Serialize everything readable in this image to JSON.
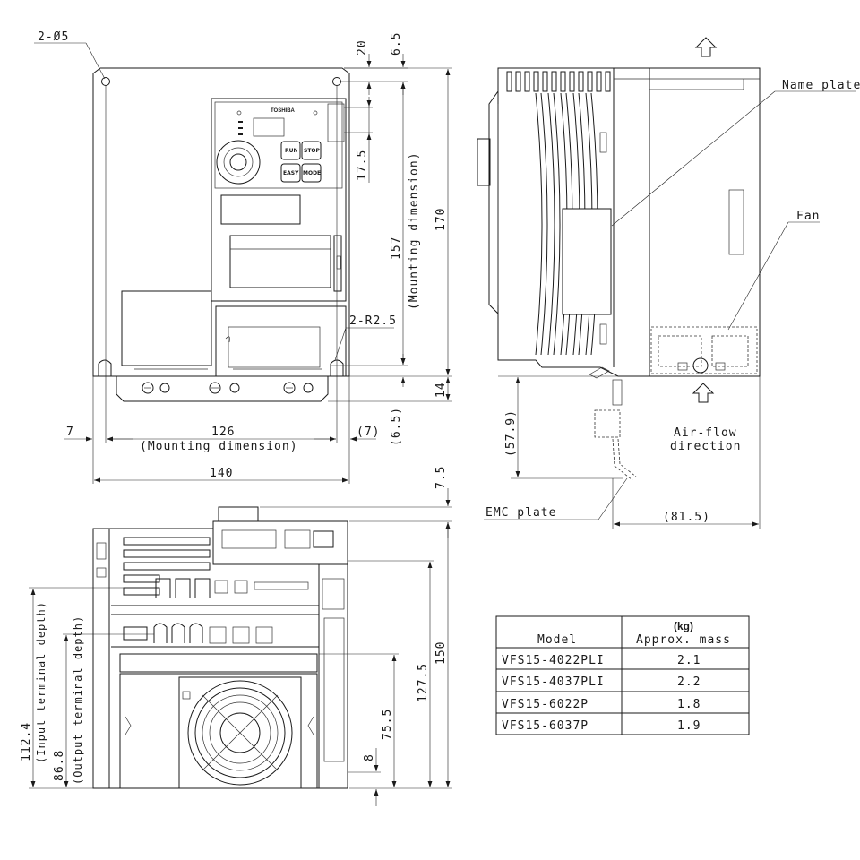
{
  "drawing": {
    "hole_spec": "2-Ø5",
    "radius_spec": "2-R2.5",
    "brand": "TOSHIBA",
    "keypad": {
      "run": "RUN",
      "stop": "STOP",
      "easy": "EASY",
      "mode": "MODE"
    },
    "front_dims": {
      "d20": "20",
      "d6_5_top": "6.5",
      "d17_5": "17.5",
      "d157": "157",
      "mounting_v": "(Mounting dimension)",
      "d170": "170",
      "d14": "14",
      "d6_5_bot": "(6.5)",
      "d7_5": "7.5",
      "d7": "7",
      "d126": "126",
      "mounting_h": "(Mounting dimension)",
      "d7_paren": "(7)",
      "d140": "140"
    },
    "side_labels": {
      "name_plate": "Name plate",
      "fan": "Fan",
      "airflow_1": "Air-flow",
      "airflow_2": "direction",
      "emc_plate": "EMC plate",
      "d57_9": "(57.9)",
      "d81_5": "(81.5)"
    },
    "bottom_dims": {
      "d112_4": "112.4",
      "input_depth": "(Input terminal depth)",
      "d86_8": "86.8",
      "output_depth": "(Output terminal depth)",
      "d150": "150",
      "d127_5": "127.5",
      "d75_5": "75.5",
      "d8": "8"
    }
  },
  "mass_table": {
    "unit": "(kg)",
    "headers": [
      "Model",
      "Approx. mass"
    ],
    "rows": [
      [
        "VFS15-4022PLI",
        "2.1"
      ],
      [
        "VFS15-4037PLI",
        "2.2"
      ],
      [
        "VFS15-6022P",
        "1.8"
      ],
      [
        "VFS15-6037P",
        "1.9"
      ]
    ]
  }
}
